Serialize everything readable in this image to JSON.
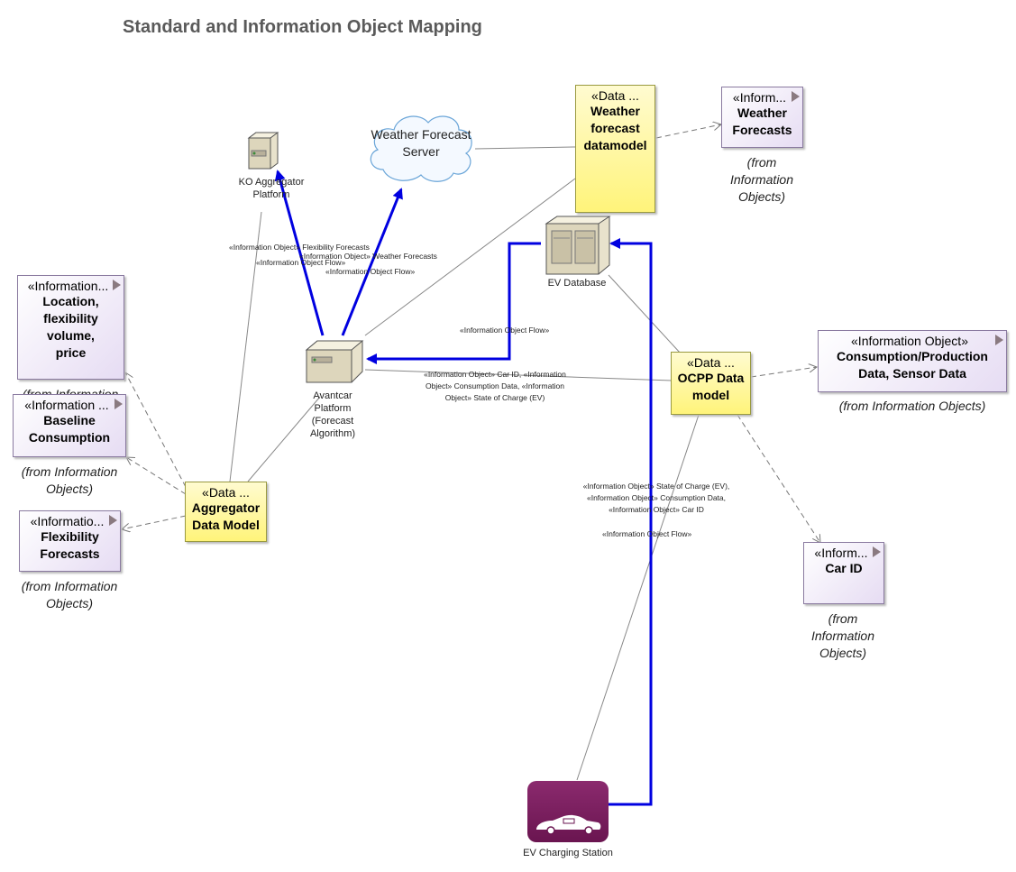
{
  "diagram": {
    "title": "Standard and Information Object Mapping"
  },
  "info_objects": {
    "weather_forecasts": {
      "stereotype": "«Inform...",
      "name": "Weather Forecasts",
      "from": "(from Information Objects)"
    },
    "location": {
      "stereotype": "«Information...",
      "name": "Location, flexibility volume, price",
      "from": "(from Information Objects)"
    },
    "baseline": {
      "stereotype": "«Information ...",
      "name": "Baseline Consumption",
      "from": "(from Information Objects)"
    },
    "flex_forecasts": {
      "stereotype": "«Informatio...",
      "name": "Flexibility Forecasts",
      "from": "(from Information Objects)"
    },
    "consumption": {
      "stereotype": "«Information Object»",
      "name": "Consumption/Production Data, Sensor Data",
      "from": "(from Information Objects)"
    },
    "car_id": {
      "stereotype": "«Inform...",
      "name": "Car ID",
      "from": "(from Information Objects)"
    }
  },
  "data_models": {
    "weather": {
      "stereotype": "«Data ...",
      "name": "Weather forecast datamodel"
    },
    "aggregator": {
      "stereotype": "«Data ...",
      "name": "Aggregator Data Model"
    },
    "ocpp": {
      "stereotype": "«Data ...",
      "name": "OCPP Data model"
    }
  },
  "nodes": {
    "ko_platform": "KO Aggregator Platform",
    "weather_server": "Weather Forecast Server",
    "ev_database": "EV Database",
    "avantcar": "Avantcar Platform (Forecast Algorithm)",
    "charging_station": "EV Charging Station"
  },
  "edge_labels": {
    "flex_forecasts_obj": "«Information Object» Flexibility Forecasts",
    "flex_forecasts_flow": "«Information Object Flow»",
    "weather_obj": "«Information Object» Weather Forecasts",
    "weather_flow": "«Information Object Flow»",
    "db_flow": "«Information Object Flow»",
    "car_id_obj": "«Information Object» Car ID, «Information Object» Consumption Data, «Information Object» State of Charge (EV)",
    "station_obj": "«Information Object» State of Charge (EV), «Information Object» Consumption Data, «Information Object» Car ID",
    "station_flow": "«Information Object Flow»"
  },
  "colors": {
    "flow": "#0000e0",
    "data_model_fill": "#fff47a",
    "info_object_fill": "#e6dcf3",
    "station": "#7a1c5c"
  }
}
